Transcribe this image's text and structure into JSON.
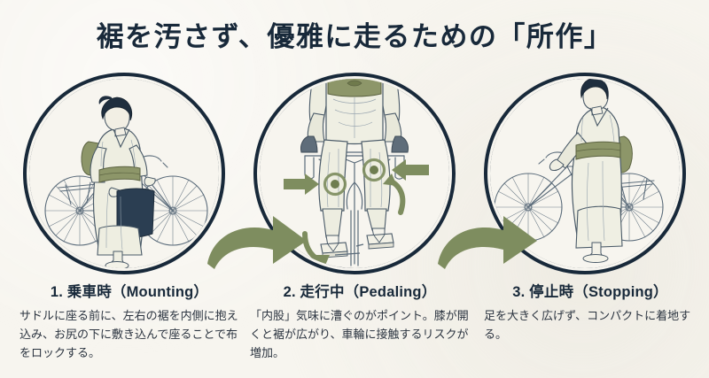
{
  "page": {
    "title": "裾を汚さず、優雅に走るための「所作」",
    "background_color": "#f7f5ef",
    "ink_color": "#18293a",
    "accent_green": "#7e8d5f"
  },
  "panels": [
    {
      "id": "mounting",
      "illustration": "woman-in-kimono-mounting-bicycle-side-view",
      "heading": "1. 乗車時（Mounting）",
      "body": "サドルに座る前に、左右の裾を内側に抱え込み、お尻の下に敷き込んで座ることで布をロックする。"
    },
    {
      "id": "pedaling",
      "illustration": "rider-front-view-knees-inward-with-arrows",
      "heading": "2. 走行中（Pedaling）",
      "body": "「内股」気味に漕ぐのがポイント。膝が開くと裾が広がり、車輪に接触するリスクが増加。"
    },
    {
      "id": "stopping",
      "illustration": "woman-in-kimono-stopping-bicycle-side-view",
      "heading": "3. 停止時（Stopping）",
      "body": "足を大きく広げず、コンパクトに着地する。"
    }
  ],
  "connectors": [
    {
      "id": "arrow-1-to-2",
      "icon": "curved-arrow-right"
    },
    {
      "id": "arrow-2-to-3",
      "icon": "curved-arrow-right"
    }
  ]
}
